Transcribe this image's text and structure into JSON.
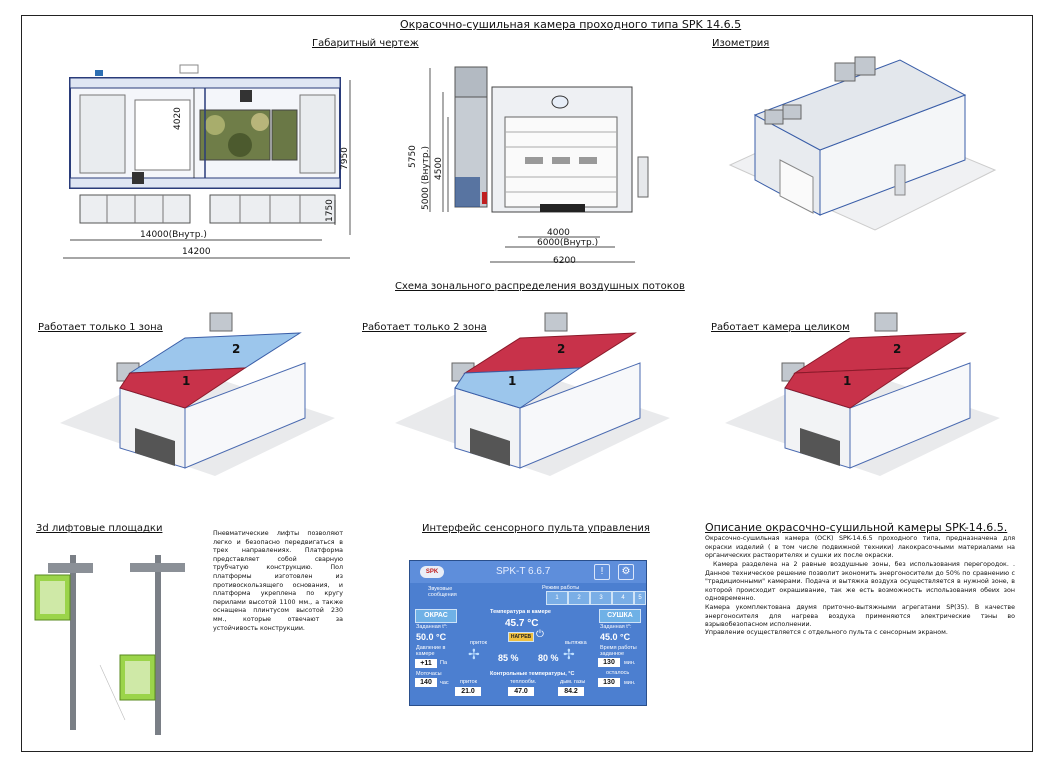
{
  "main_title": "Окрасочно-сушильная камера проходного типа SPK 14.6.5",
  "sections": {
    "gabarit": "Габаритный чертеж",
    "isometry": "Изометрия",
    "zonal": "Схема зонального распределения воздушных потоков",
    "zone1": "Работает только 1 зона",
    "zone2": "Работает только 2 зона",
    "zone_all": "Работает камера целиком",
    "lifts": "3d лифтовые площадки",
    "interface": "Интерфейс сенсорного пульта управления",
    "description": "Описание окрасочно-сушильной камеры SPK-14.6.5."
  },
  "dimensions": {
    "top_width_in": "4020",
    "top_length_in": "14000(Внутр.)",
    "top_length": "14200",
    "top_height_total": "7950",
    "top_side": "1750",
    "front_h1": "5750",
    "front_h2": "5000 (Внутр.)",
    "front_h3": "4500",
    "front_w1": "4000",
    "front_w2": "6000(Внутр.)",
    "front_w3": "6200"
  },
  "zone_labels": {
    "one": "1",
    "two": "2"
  },
  "lifts_text": "Пневматические лифты позволяют легко и безопасно передвигаться в трех направлениях. Платформа представляет собой сварную трубчатую конструкцию. Пол платформы изготовлен из противоскользящего основания, и платформа укреплена по кругу перилами высотой 1100 мм., а также оснащена плинтусом высотой 230 мм., которые отвечают за устойчивость конструкции.",
  "description_text": [
    "Окрасочно-сушильная камера (ОСК) SPK-14.6.5 проходного типа, предназначена для окраски изделий ( в том числе подвижной техники) лакокрасочными материалами на органических растворителях и сушки их после окраски.",
    "Камера разделена на 2 равные воздушные зоны, без использования перегородок. . Данное техническое решение позволит экономить энергоносители до 50% по сравнению с \"традиционными\" камерами. Подача и вытяжка воздуха осуществляется в нужной зоне, в которой происходит окрашивание, так же есть возможность использования обеих зон одновременно.",
    "Камера укомплектована двумя приточно-вытяжными агрегатами SP(35). В качестве энергоносителя для нагрева воздуха применяются электрические тэны во взрывобезопасном исполнении.",
    "Управление осуществляется с отдельного пульта с сенсорным экраном."
  ],
  "panel": {
    "logo": "SPK",
    "title": "SPK-T 6.6.7",
    "mode_label": "Режим работы",
    "modes": [
      "1",
      "2",
      "3",
      "4",
      "5"
    ],
    "warn_label": "Звуковые сообщения",
    "paint_btn": "ОКРАС",
    "dry_btn": "СУШКА",
    "set_t_left_label": "Заданная t°:",
    "set_t_left": "50.0 °C",
    "set_t_right_label": "Заданная t°:",
    "set_t_right": "45.0 °C",
    "cab_temp_label": "Температура в камере",
    "cab_temp": "45.7 °C",
    "heat_btn": "НАГРЕВ",
    "supply_label": "приток",
    "exhaust_label": "вытяжка",
    "supply_pct": "85 %",
    "exhaust_pct": "80 %",
    "pressure_label": "Давление в камере",
    "pressure": "+11",
    "pressure_unit": "Па",
    "hours_label": "Моточасы",
    "hours": "140",
    "hours_unit": "час",
    "work_time_label": "Время работы заданное",
    "work_time": "130",
    "work_time_unit": "мин.",
    "remain_label": "осталось",
    "remain": "130",
    "remain_unit": "мин.",
    "control_temps_label": "Контрольные температуры, °С",
    "ct_labels": [
      "приток",
      "теплообм.",
      "дым. газы"
    ],
    "ct_values": [
      "21.0",
      "47.0",
      "84.2"
    ]
  },
  "colors": {
    "zone_active": "#c8324a",
    "zone_idle": "#9cc6ec",
    "panel_bg": "#4c7fd0",
    "lift_green": "#9bd44a"
  }
}
